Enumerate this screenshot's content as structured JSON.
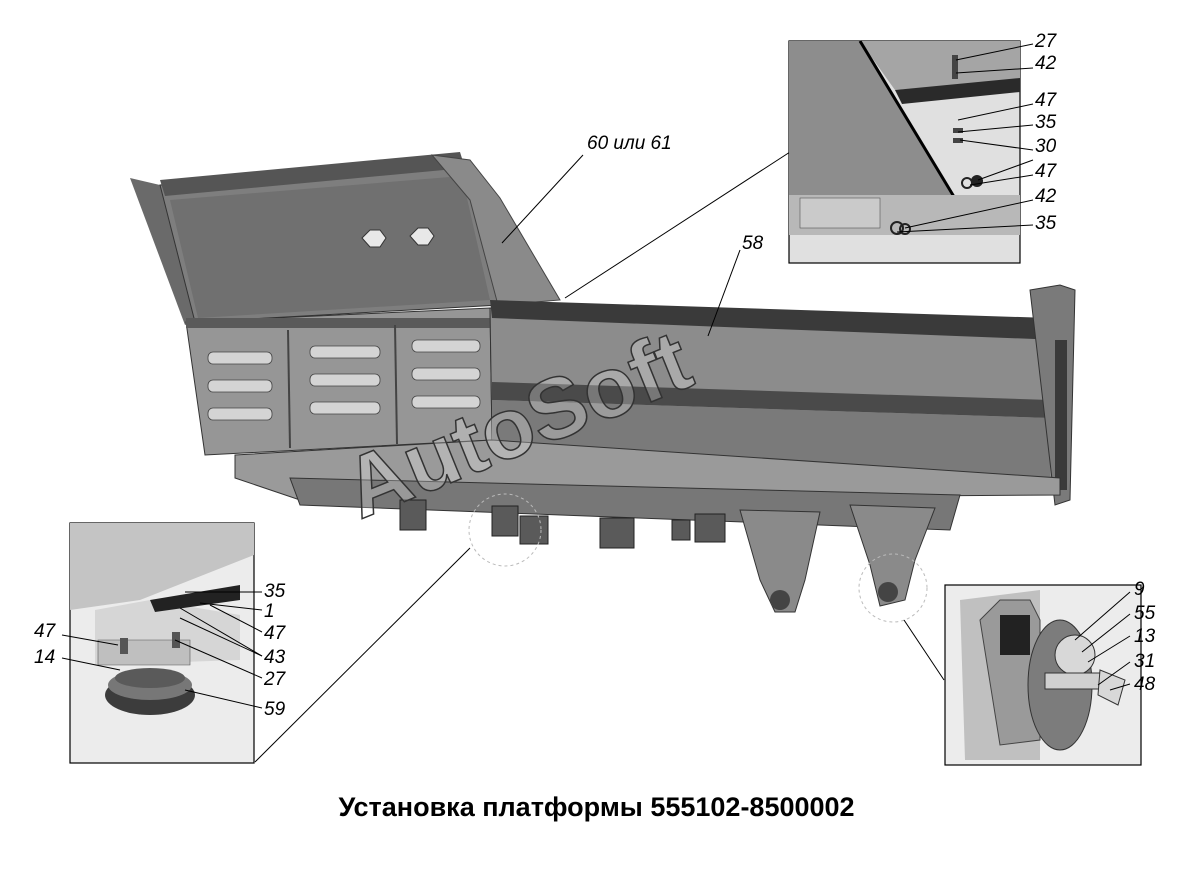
{
  "caption": "Установка платформы 555102-8500002",
  "watermark": "AutoSoft",
  "main_labels": {
    "l60": "60 или 61",
    "l58": "58"
  },
  "inset_top_right_labels": [
    "27",
    "42",
    "47",
    "35",
    "30",
    "47",
    "42",
    "35"
  ],
  "inset_bottom_left_labels": [
    "35",
    "1",
    "47",
    "43",
    "27",
    "47",
    "14",
    "59"
  ],
  "inset_bottom_right_labels": [
    "9",
    "55",
    "13",
    "31",
    "48"
  ],
  "colors": {
    "body_fill": "#8f8f8f",
    "shadow": "#4a4a4a",
    "dark": "#222222",
    "light": "#c8c8c8"
  }
}
